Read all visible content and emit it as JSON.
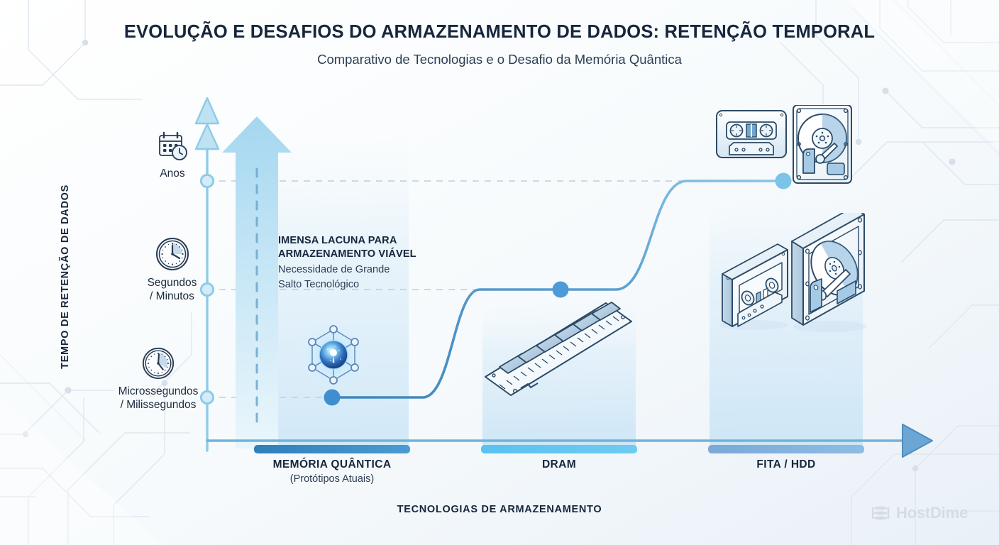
{
  "header": {
    "title": "EVOLUÇÃO E DESAFIOS DO ARMAZENAMENTO DE DADOS: RETENÇÃO TEMPORAL",
    "subtitle": "Comparativo de Tecnologias e o Desafio da Memória Quântica"
  },
  "axes": {
    "y_title": "TEMPO DE RETENÇÃO DE DADOS",
    "x_title": "TECNOLOGIAS DE ARMAZENAMENTO"
  },
  "y_ticks": [
    {
      "label": "Anos",
      "icon": "calendar-clock-icon"
    },
    {
      "label_line1": "Segundos",
      "label_line2": "/ Minutos",
      "icon": "clock-icon"
    },
    {
      "label_line1": "Microssegundos",
      "label_line2": "/ Milissegundos",
      "icon": "clock-icon"
    }
  ],
  "annotation": {
    "line1": "IMENSA LACUNA PARA",
    "line2": "ARMAZENAMENTO VIÁVEL",
    "line3": "Necessidade de Grande",
    "line4": "Salto Tecnológico"
  },
  "categories": [
    {
      "name": "MEMÓRIA QUÂNTICA",
      "sub": "(Protótipos Atuais)",
      "bar_color": "#3a8ac4",
      "icon": "quantum-node-icon"
    },
    {
      "name": "DRAM",
      "sub": "",
      "bar_color": "#5bc4ef",
      "icon": "dram-module-icon"
    },
    {
      "name": "FITA / HDD",
      "sub": "",
      "bar_color": "#7aa9d8",
      "icon": "tape-hdd-icon"
    }
  ],
  "logo": {
    "text": "HostDime",
    "icon": "hostdime-stack-icon"
  },
  "colors": {
    "accent": "#3a8ac4",
    "line": "#4a90c4",
    "node": "#3f8fd0",
    "node_light": "#7cc3ea",
    "axis": "#8ecbe8",
    "arrow_gap_top": "#9ed4ee",
    "arrow_gap_bottom": "#e7f4fb",
    "text_dark": "#16263c",
    "bg": "#f4f7fa"
  },
  "chart_data": {
    "type": "line",
    "title": "EVOLUÇÃO E DESAFIOS DO ARMAZENAMENTO DE DADOS: RETENÇÃO TEMPORAL",
    "subtitle": "Comparativo de Tecnologias e o Desafio da Memória Quântica",
    "xlabel": "TECNOLOGIAS DE ARMAZENAMENTO",
    "ylabel": "TEMPO DE RETENÇÃO DE DADOS",
    "categories": [
      "MEMÓRIA QUÂNTICA",
      "DRAM",
      "FITA / HDD"
    ],
    "ytick_labels": [
      "Microssegundos / Milissegundos",
      "Segundos / Minutos",
      "Anos"
    ],
    "yticks": [
      1,
      2,
      3
    ],
    "ylim": [
      0,
      3.6
    ],
    "values": [
      1,
      2,
      3
    ],
    "series": [
      {
        "name": "Retenção de dados",
        "values": [
          1,
          2,
          3
        ]
      }
    ],
    "grid": "dashed-horizontal",
    "legend": "none",
    "annotations": [
      {
        "text": "IMENSA LACUNA PARA ARMAZENAMENTO VIÁVEL — Necessidade de Grande Salto Tecnológico",
        "at_category": "MEMÓRIA QUÂNTICA",
        "span_from": 1,
        "span_to": 3.4
      }
    ]
  }
}
